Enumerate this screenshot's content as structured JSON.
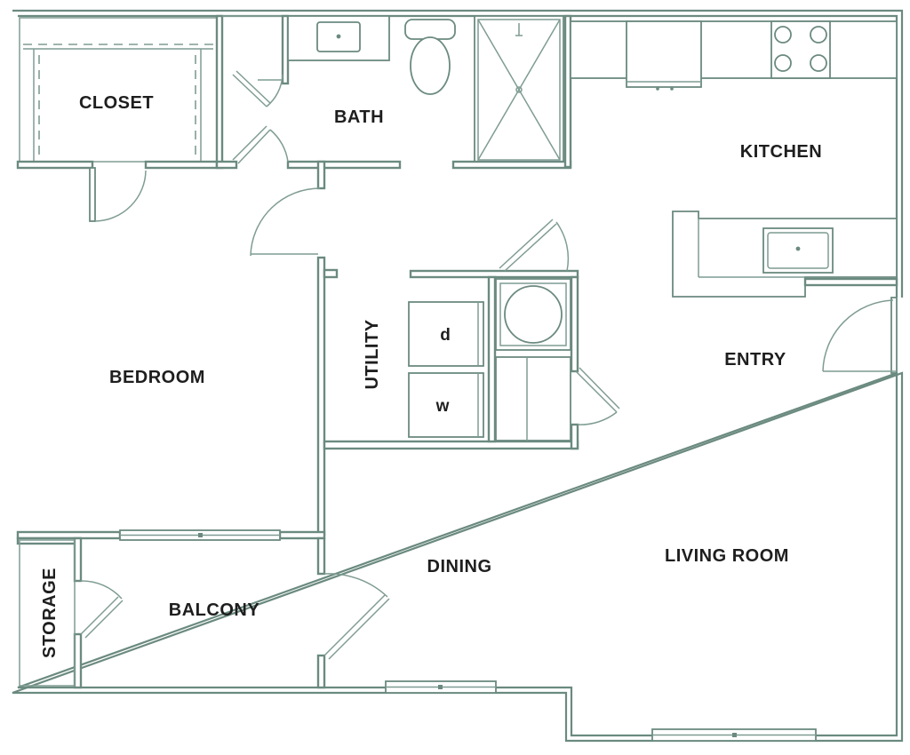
{
  "rooms": {
    "closet": "CLOSET",
    "bath": "BATH",
    "kitchen": "KITCHEN",
    "bedroom": "BEDROOM",
    "utility": "UTILITY",
    "entry": "ENTRY",
    "dining": "DINING",
    "living": "LIVING ROOM",
    "balcony": "BALCONY",
    "storage": "STORAGE"
  },
  "appliances": {
    "dryer": "d",
    "washer": "w"
  },
  "colors": {
    "wall": "#6b8a80",
    "text": "#1e1e1e",
    "background": "#ffffff"
  }
}
